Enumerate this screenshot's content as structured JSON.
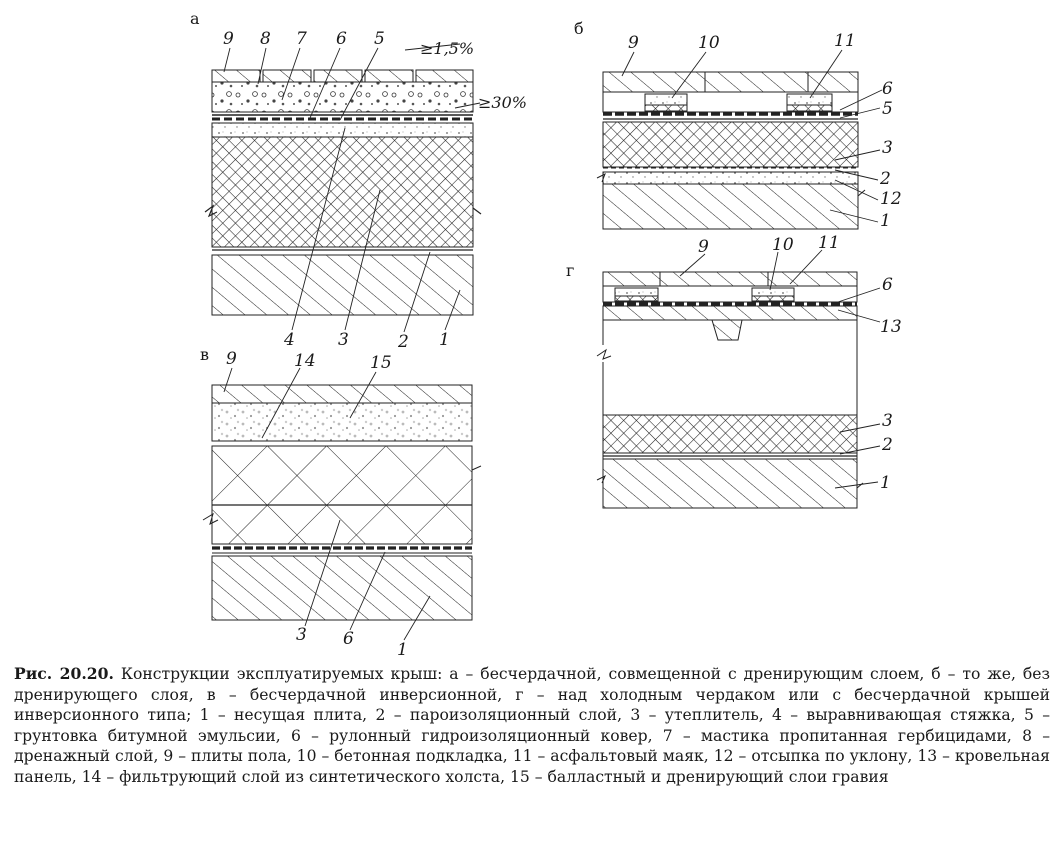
{
  "figure": {
    "panels": {
      "a": {
        "letter": "а",
        "labels": [
          "9",
          "8",
          "7",
          "6",
          "5",
          "4",
          "3",
          "2",
          "1"
        ],
        "slopes": [
          "≥1,5%",
          "≥30%"
        ]
      },
      "b": {
        "letter": "б",
        "labels": [
          "9",
          "10",
          "11",
          "6",
          "5",
          "3",
          "2",
          "12",
          "1"
        ]
      },
      "v": {
        "letter": "в",
        "labels": [
          "9",
          "14",
          "15",
          "3",
          "6",
          "1"
        ]
      },
      "g": {
        "letter": "г",
        "labels": [
          "9",
          "10",
          "11",
          "6",
          "13",
          "3",
          "2",
          "1"
        ]
      }
    }
  },
  "caption": {
    "title": "Рис. 20.20.",
    "text": "Конструкции эксплуатируемых крыш: а – бесчердачной, совмещенной с дренирующим слоем, б – то же, без дренирующего слоя, в – бесчердачной инверсионной, г – над холодным чердаком или с бесчердачной крышей инверсионного типа; 1 – несущая плита, 2 – пароизоляционный слой, 3 – утеплитель, 4 – выравнивающая стяжка, 5 – грунтовка битумной эмульсии, 6 – рулонный гидроизоляционный ковер, 7 – мастика пропитанная гербицидами, 8 – дренажный слой, 9 – плиты пола, 10 – бетонная подкладка, 11 – асфальтовый маяк, 12 – отсыпка по уклону, 13 – кровельная панель, 14 – фильтрующий слой из синтетического холста, 15 – балластный и дренирующий слои гравия"
  }
}
